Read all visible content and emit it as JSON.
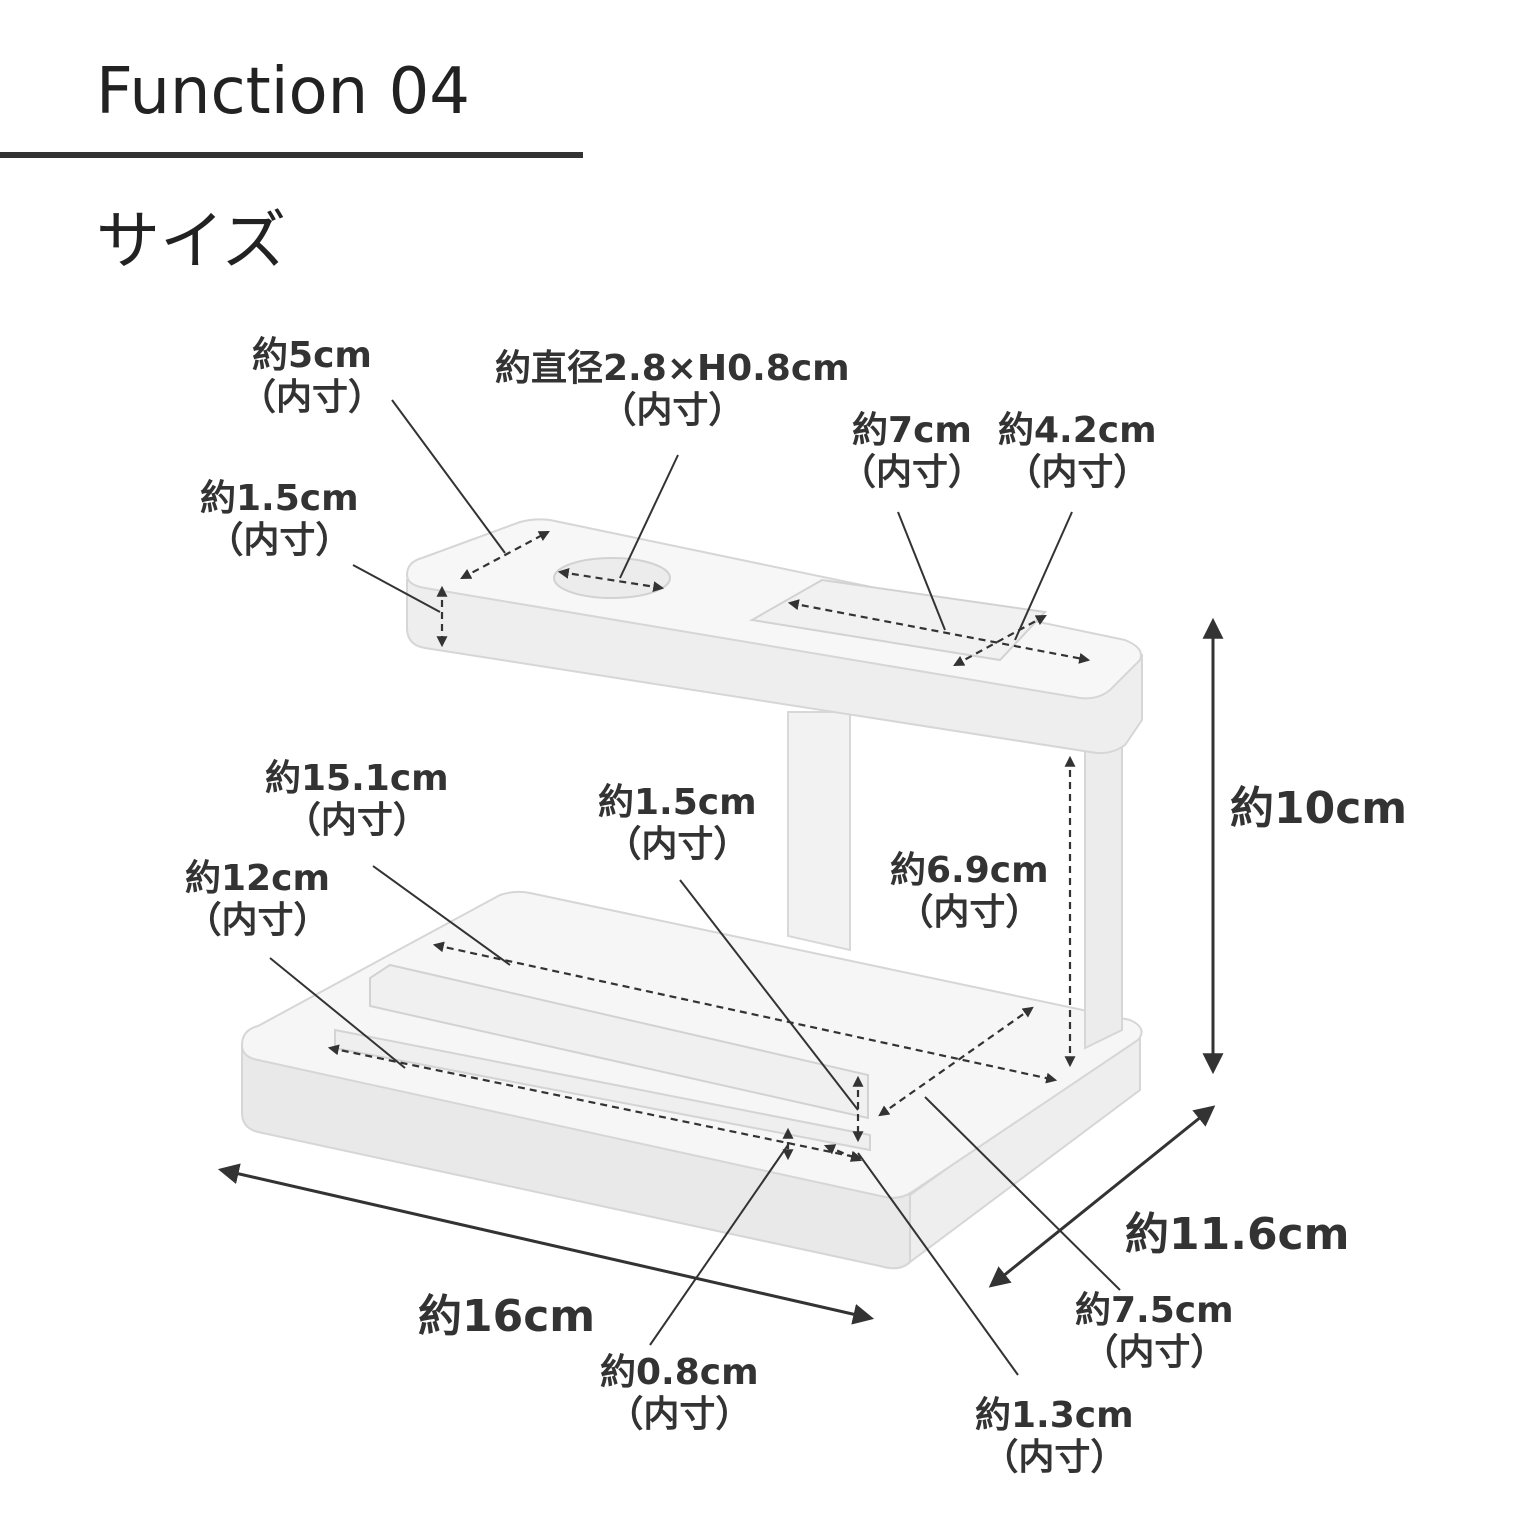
{
  "header": {
    "title": "Function 04",
    "subtitle": "サイズ"
  },
  "colors": {
    "line": "#333333",
    "product": "#f4f4f4",
    "product_edge": "#d8d8d8",
    "text": "#222222"
  },
  "diagram": {
    "labels": {
      "upper_depth": {
        "value": "約5cm",
        "note": "（内寸）"
      },
      "holder": {
        "value": "約直径2.8×H0.8cm",
        "note": "（内寸）"
      },
      "upper_height": {
        "value": "約1.5cm",
        "note": "（内寸）"
      },
      "tray_width": {
        "value": "約7cm",
        "note": "（内寸）"
      },
      "tray_depth": {
        "value": "約4.2cm",
        "note": "（内寸）"
      },
      "base_width": {
        "value": "約15.1cm",
        "note": "（内寸）"
      },
      "divider_height": {
        "value": "約1.5cm",
        "note": "（内寸）"
      },
      "base_inner": {
        "value": "約12cm",
        "note": "（内寸）"
      },
      "clearance": {
        "value": "約6.9cm",
        "note": "（内寸）"
      },
      "groove": {
        "value": "約0.8cm",
        "note": "（内寸）"
      },
      "front_depth": {
        "value": "約1.3cm",
        "note": "（内寸）"
      },
      "back_depth": {
        "value": "約7.5cm",
        "note": "（内寸）"
      }
    },
    "overall": {
      "height": "約10cm",
      "depth": "約11.6cm",
      "width": "約16cm"
    }
  }
}
